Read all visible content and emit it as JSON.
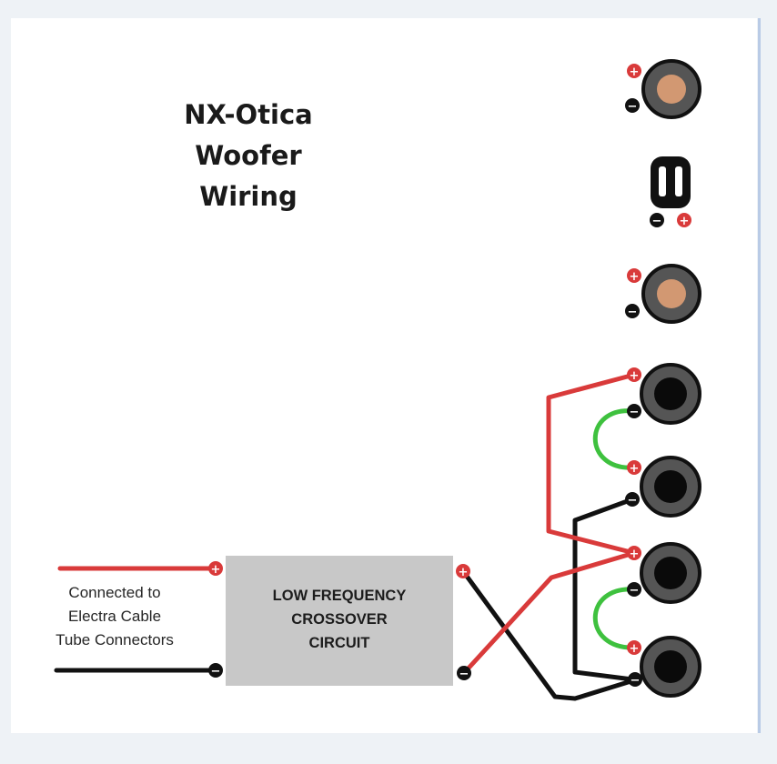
{
  "title_lines": [
    "NX-Otica",
    "Woofer",
    "Wiring"
  ],
  "caption_lines": [
    "Connected to",
    "Electra Cable",
    "Tube Connectors"
  ],
  "crossover_lines": [
    "LOW FREQUENCY",
    "CROSSOVER",
    "CIRCUIT"
  ],
  "terminal_symbols": {
    "positive": "+",
    "negative": "−"
  },
  "colors": {
    "page_background": "#eef2f6",
    "panel": "#ffffff",
    "positive_wire": "#d93a3a",
    "negative_wire": "#111111",
    "jumper_wire": "#3ec13e",
    "crossover_box": "#c8c8c8",
    "tweeter_cone": "#d29872",
    "woofer_ring": "#555555"
  }
}
